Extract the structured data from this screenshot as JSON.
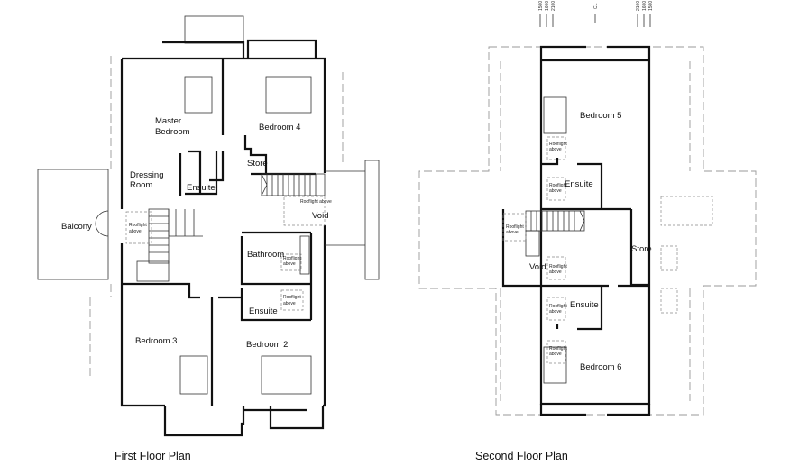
{
  "first_floor": {
    "title": "First Floor Plan",
    "rooms": {
      "master_bedroom_1": "Master",
      "master_bedroom_2": "Bedroom",
      "bedroom4": "Bedroom 4",
      "store": "Store",
      "dressing_1": "Dressing",
      "dressing_2": "Room",
      "ensuite_master": "Ensuite",
      "balcony": "Balcony",
      "void": "Void",
      "bathroom": "Bathroom",
      "ensuite_bed2": "Ensuite",
      "bedroom3": "Bedroom 3",
      "bedroom2": "Bedroom 2"
    },
    "notes": {
      "rooflight_landing_1": "Rooflight",
      "rooflight_landing_2": "above",
      "rooflight_void": "Rooflight above",
      "rooflight_bath_1": "Rooflight",
      "rooflight_bath_2": "above",
      "rooflight_ensuite_1": "Rooflight",
      "rooflight_ensuite_2": "above"
    }
  },
  "second_floor": {
    "title": "Second Floor Plan",
    "rooms": {
      "bedroom5": "Bedroom 5",
      "ensuite_top": "Ensuite",
      "store": "Store",
      "void": "Void",
      "ensuite_bottom": "Ensuite",
      "bedroom6": "Bedroom 6"
    },
    "rooflight_1": "Rooflight",
    "rooflight_2": "above",
    "dimensions": [
      "1500",
      "1600",
      "2100",
      "CL",
      "2100",
      "1600",
      "1500"
    ]
  }
}
